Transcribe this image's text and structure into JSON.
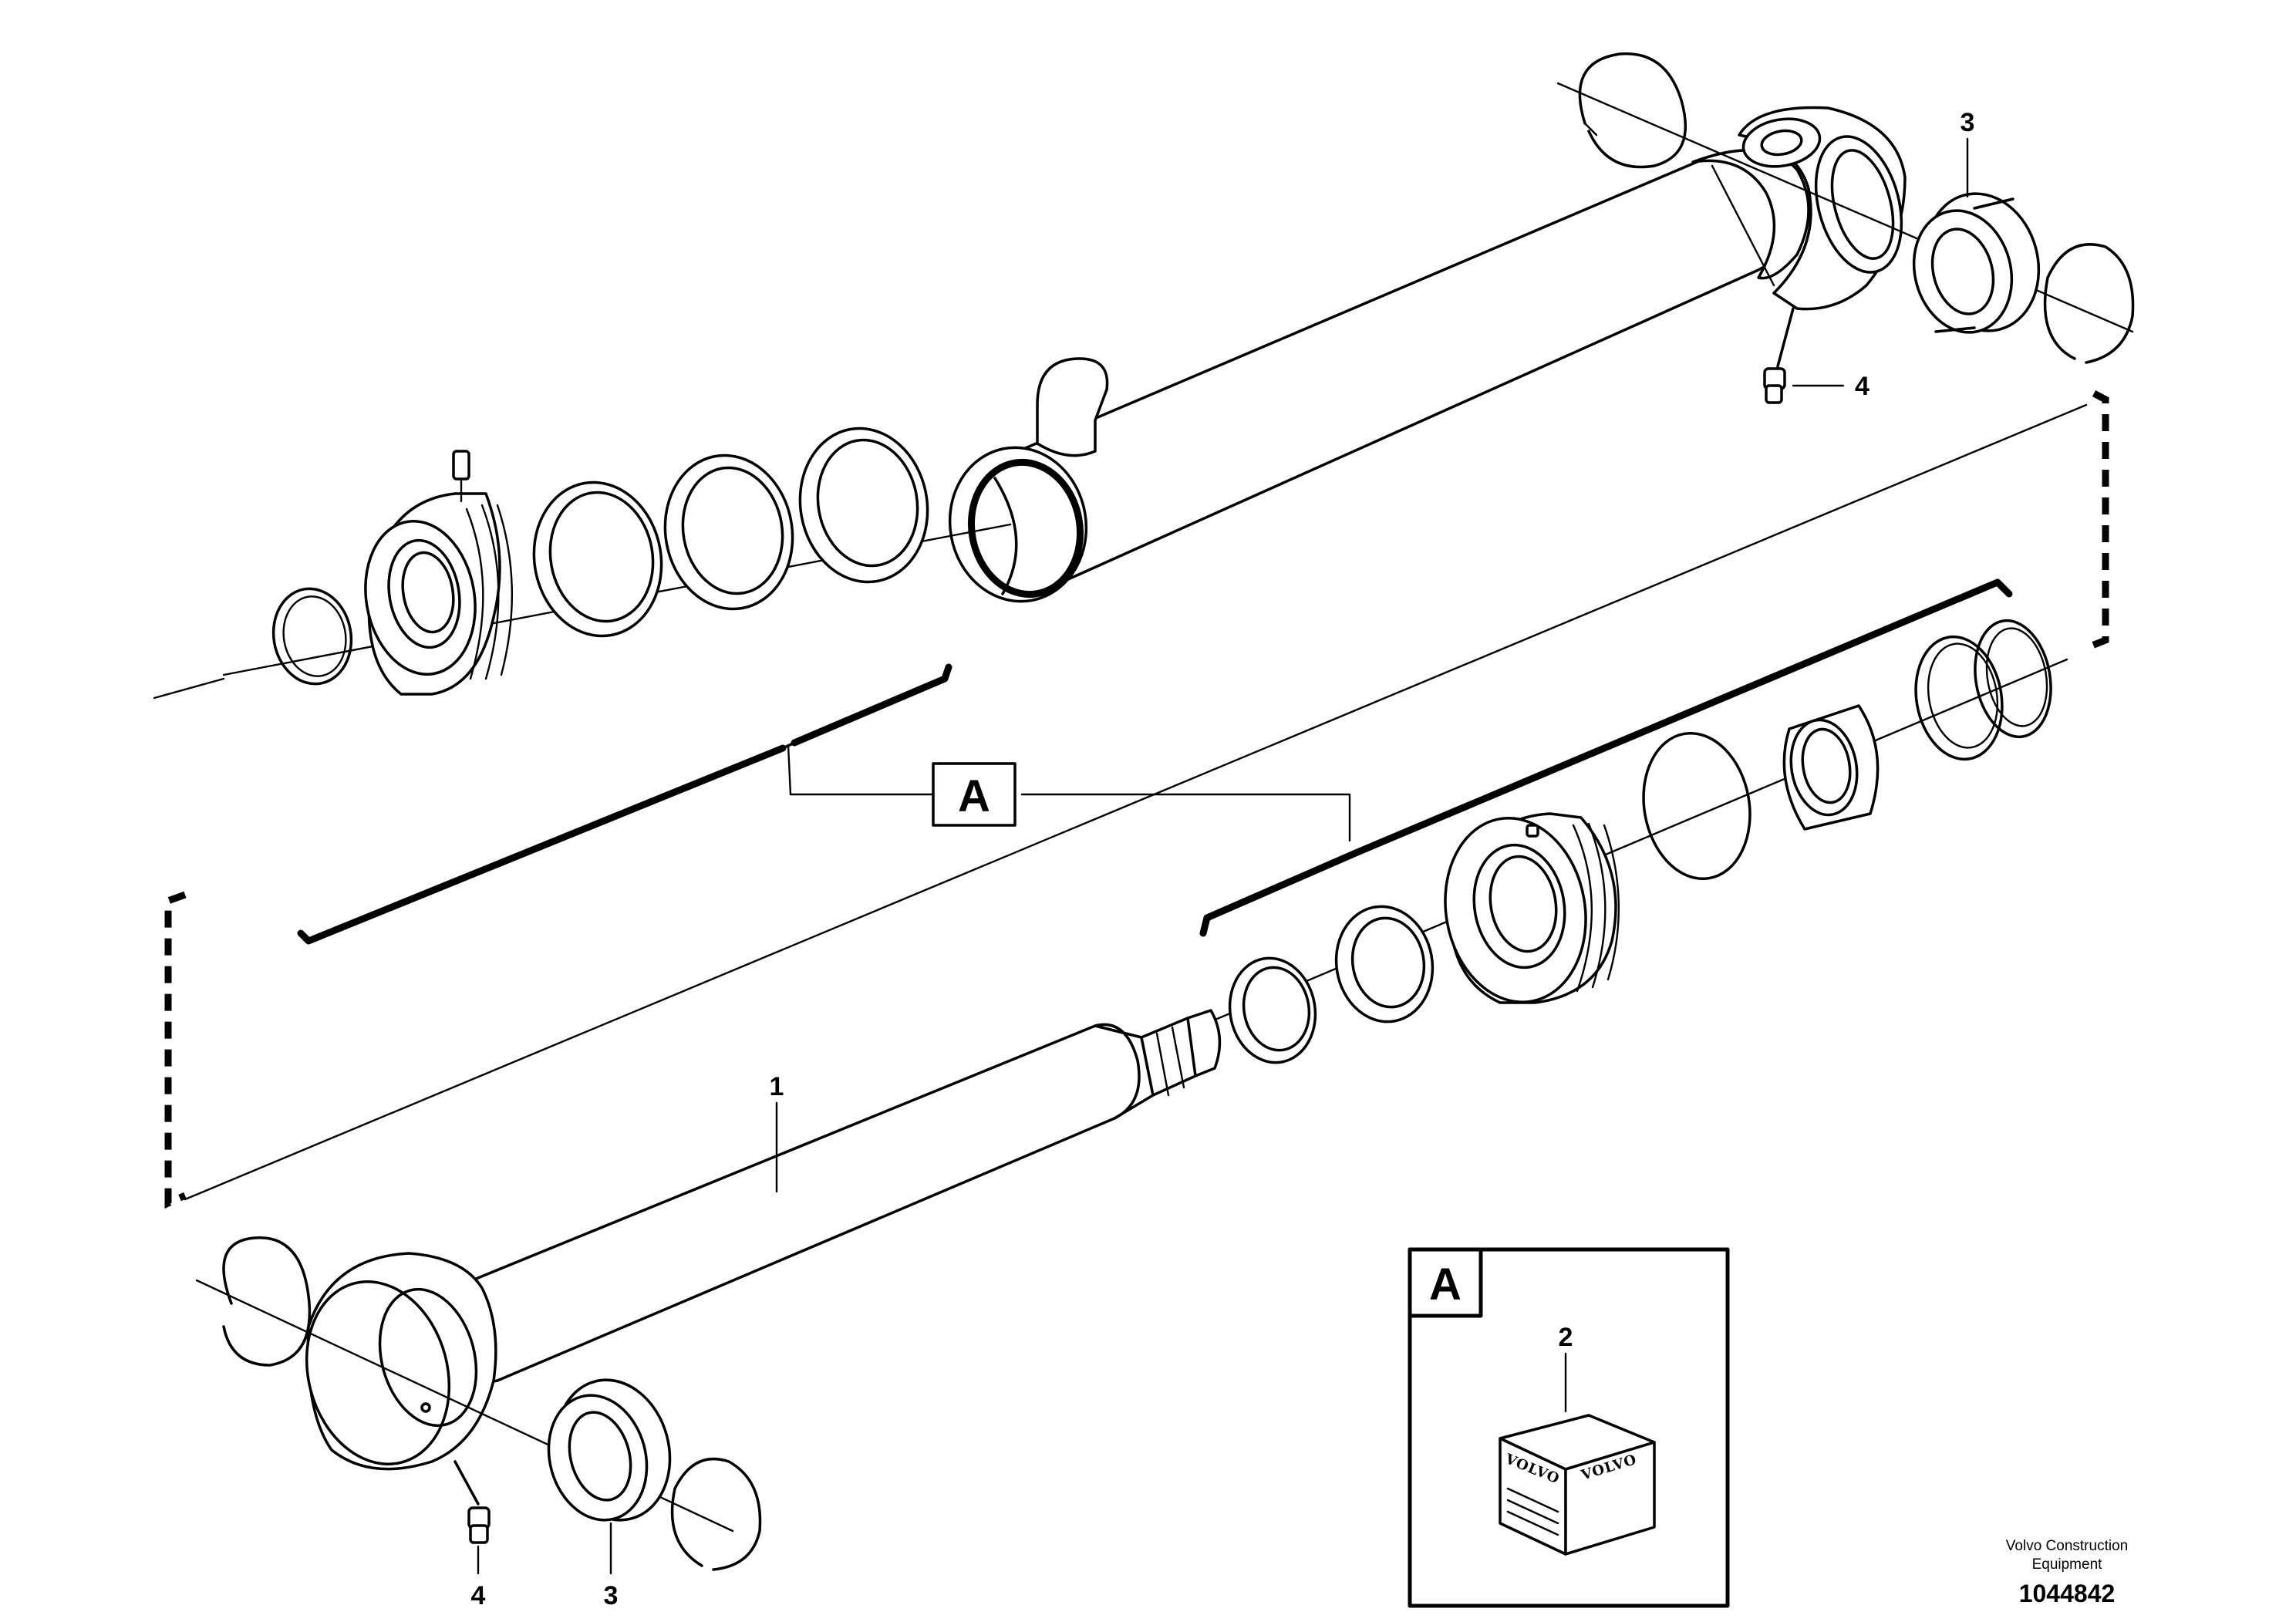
{
  "callouts": {
    "seal_kit_top_right": "3",
    "grease_nipple_top": "4",
    "piston_rod": "1",
    "seal_kit_package": "2",
    "grease_nipple_bottom": "4",
    "seal_kit_bottom": "3"
  },
  "reference_box": {
    "letter": "A"
  },
  "inset": {
    "letter": "A",
    "item": "2"
  },
  "package_brand": "VOLVO",
  "caption": {
    "line1": "Volvo Construction",
    "line2": "Equipment",
    "number": "1044842"
  }
}
